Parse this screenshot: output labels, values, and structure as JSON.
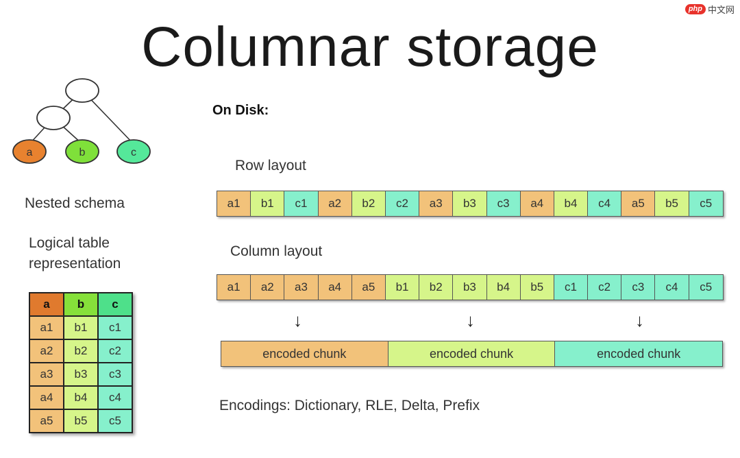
{
  "title": "Columnar storage",
  "watermark": {
    "logo": "php",
    "text": "中文网"
  },
  "tree": {
    "leaves": [
      {
        "label": "a",
        "color": "#e8822f"
      },
      {
        "label": "b",
        "color": "#7fe03a"
      },
      {
        "label": "c",
        "color": "#55e89a"
      }
    ]
  },
  "nested_schema_label": "Nested schema",
  "logical_label": {
    "line1": "Logical table",
    "line2": "representation"
  },
  "logical_table": {
    "headers": [
      "a",
      "b",
      "c"
    ],
    "rows": [
      [
        "a1",
        "b1",
        "c1"
      ],
      [
        "a2",
        "b2",
        "c2"
      ],
      [
        "a3",
        "b3",
        "c3"
      ],
      [
        "a4",
        "b4",
        "c4"
      ],
      [
        "a5",
        "b5",
        "c5"
      ]
    ]
  },
  "on_disk_label": "On Disk:",
  "row_layout": {
    "label": "Row layout",
    "cells": [
      "a1",
      "b1",
      "c1",
      "a2",
      "b2",
      "c2",
      "a3",
      "b3",
      "c3",
      "a4",
      "b4",
      "c4",
      "a5",
      "b5",
      "c5"
    ]
  },
  "column_layout": {
    "label": "Column layout",
    "cells": [
      "a1",
      "a2",
      "a3",
      "a4",
      "a5",
      "b1",
      "b2",
      "b3",
      "b4",
      "b5",
      "c1",
      "c2",
      "c3",
      "c4",
      "c5"
    ]
  },
  "chunks": [
    "encoded chunk",
    "encoded chunk",
    "encoded chunk"
  ],
  "encodings_text": "Encodings: Dictionary, RLE, Delta, Prefix",
  "colors": {
    "a": "#f2c27a",
    "b": "#d6f58a",
    "c": "#86f0cc"
  }
}
